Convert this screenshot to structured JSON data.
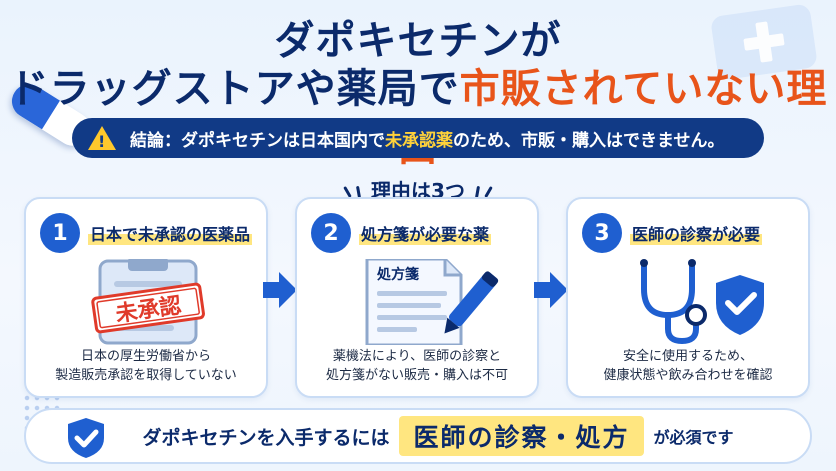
{
  "title": {
    "line1": "ダポキセチンが",
    "line2_main": "ドラッグストアや薬局で",
    "line2_accent": "市販されていない理由"
  },
  "conclusion": {
    "prefix": "結論：ダポキセチンは日本国内で",
    "highlight": "未承認薬",
    "suffix": "のため、市販・購入はできません。",
    "icon": "warning-icon"
  },
  "reasons_heading": "理由は3つ",
  "cards": [
    {
      "number": "1",
      "label": "日本で未承認の医薬品",
      "stamp": "未承認",
      "line1": "日本の厚生労働省から",
      "line2": "製造販売承認を取得していない",
      "icon": "clipboard-icon"
    },
    {
      "number": "2",
      "label": "処方箋が必要な薬",
      "doc_title": "処方箋",
      "line1": "薬機法により、医師の診察と",
      "line2": "処方箋がない販売・購入は不可",
      "icon": "prescription-icon"
    },
    {
      "number": "3",
      "label": "医師の診察が必要",
      "line1": "安全に使用するため、",
      "line2": "健康状態や飲み合わせを確認",
      "icon": "stethoscope-icon"
    }
  ],
  "bottom": {
    "pre": "ダポキセチンを入手するには",
    "highlight": "医師の診察・処方",
    "post": "が必須です",
    "icon": "shield-check-icon"
  },
  "colors": {
    "navy": "#0b2a6b",
    "accent": "#e8541a",
    "blue": "#1f5fd0",
    "yellow": "#ffe680"
  }
}
